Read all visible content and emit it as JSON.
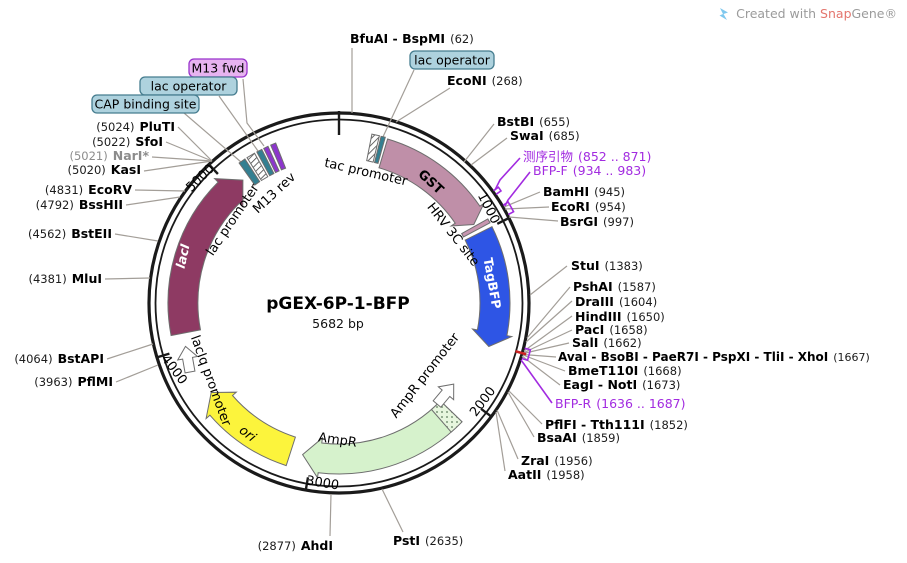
{
  "watermark": {
    "prefix": "Created with ",
    "brand_snap": "Snap",
    "brand_gene": "Gene®"
  },
  "plasmid": {
    "name": "pGEX-6P-1-BFP",
    "size": "5682 bp"
  },
  "tick_labels": {
    "t1000": "1000",
    "t2000": "2000",
    "t3000": "3000",
    "t4000": "4000",
    "t5000": "5000"
  },
  "features": {
    "tac_promoter": "tac promoter",
    "gst": "GST",
    "hrv_3c_site": "HRV 3C site",
    "tagbfp": "TagBFP",
    "ampr_promoter": "AmpR promoter",
    "ampr": "AmpR",
    "ori": "ori",
    "laciq_promoter": "lacIq promoter",
    "laci": "lacI",
    "lac_promoter": "lac promoter",
    "m13_rev": "M13 rev"
  },
  "bubbles": {
    "m13_fwd": "M13 fwd",
    "lac_operator_left": "lac operator",
    "cap_binding_site": "CAP binding site",
    "lac_operator_right": "lac operator"
  },
  "primers": [
    {
      "name": "测序引物",
      "range": "(852 .. 871)"
    },
    {
      "name": "BFP-F",
      "range": "(934 .. 983)"
    },
    {
      "name": "BFP-R",
      "range": "(1636 .. 1687)"
    }
  ],
  "enzymes_left": [
    {
      "pos": "(5024)",
      "name": "PluTI"
    },
    {
      "pos": "(5022)",
      "name": "SfoI"
    },
    {
      "pos": "(5021)",
      "name": "NarI*"
    },
    {
      "pos": "(5020)",
      "name": "KasI"
    },
    {
      "pos": "(4831)",
      "name": "EcoRV"
    },
    {
      "pos": "(4792)",
      "name": "BssHII"
    },
    {
      "pos": "(4562)",
      "name": "BstEII"
    },
    {
      "pos": "(4381)",
      "name": "MluI"
    },
    {
      "pos": "(4064)",
      "name": "BstAPI"
    },
    {
      "pos": "(3963)",
      "name": "PflMI"
    },
    {
      "pos": "(2877)",
      "name": "AhdI"
    }
  ],
  "enzymes_right": [
    {
      "name": "BfuAI - BspMI",
      "pos": "(62)"
    },
    {
      "name": "EcoNI",
      "pos": "(268)"
    },
    {
      "name": "BstBI",
      "pos": "(655)"
    },
    {
      "name": "SwaI",
      "pos": "(685)"
    },
    {
      "name": "BamHI",
      "pos": "(945)"
    },
    {
      "name": "EcoRI",
      "pos": "(954)"
    },
    {
      "name": "BsrGI",
      "pos": "(997)"
    },
    {
      "name": "StuI",
      "pos": "(1383)"
    },
    {
      "name": "PshAI",
      "pos": "(1587)"
    },
    {
      "name": "DraIII",
      "pos": "(1604)"
    },
    {
      "name": "HindIII",
      "pos": "(1650)"
    },
    {
      "name": "PacI",
      "pos": "(1658)"
    },
    {
      "name": "SalI",
      "pos": "(1662)"
    },
    {
      "name": "AvaI - BsoBI - PaeR7I - PspXI - TliI - XhoI",
      "pos": "(1667)"
    },
    {
      "name": "BmeT110I",
      "pos": "(1668)"
    },
    {
      "name": "EagI - NotI",
      "pos": "(1673)"
    },
    {
      "name": "PflFI - Tth111I",
      "pos": "(1852)"
    },
    {
      "name": "BsaAI",
      "pos": "(1859)"
    },
    {
      "name": "ZraI",
      "pos": "(1956)"
    },
    {
      "name": "AatII",
      "pos": "(1958)"
    },
    {
      "name": "PstI",
      "pos": "(2635)"
    }
  ],
  "colors": {
    "laci": "#8e3a63",
    "gst": "#bf8fa8",
    "hrv_3c_site": "#c795af",
    "tagbfp": "#2e55e5",
    "ampr": "#d6f2cc",
    "ori": "#fcf43c",
    "teal_block": "#337f91",
    "purple_block": "#8c35cc",
    "bubble_teal_bg": "#aed2de",
    "bubble_teal_border": "#467d8f",
    "bubble_purple_bg": "#e7b3f0",
    "bubble_purple_border": "#9933cc",
    "primer_text": "#a22be0",
    "red_tick": "#cc2222",
    "white_fill": "#ffffff"
  }
}
